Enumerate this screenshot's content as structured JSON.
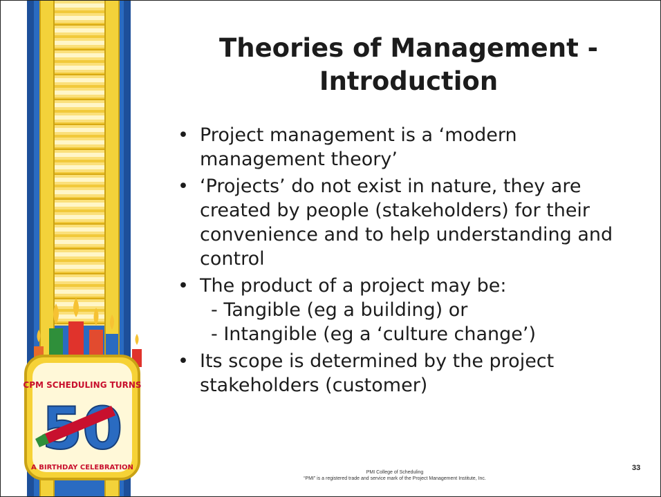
{
  "slide": {
    "title_line1": "Theories of Management -",
    "title_line2": "Introduction",
    "bullets": [
      {
        "text": "Project management is a ‘modern management theory’"
      },
      {
        "text": "‘Projects’ do not exist in nature, they are created by people (stakeholders) for their convenience and to help understanding and control"
      },
      {
        "text": "The product of a project may be:"
      },
      {
        "text": "Its scope is determined by the project stakeholders (customer)"
      }
    ],
    "subitems": [
      "- Tangible (eg a building) or",
      "- Intangible (eg a ‘culture change’)"
    ],
    "footer_line1": "PMI  College of  Scheduling",
    "footer_line2": "“PMI” is a registered trade and service mark of the Project Management Institute, Inc.",
    "page_number": "33"
  },
  "badge": {
    "top_text": "CPM SCHEDULING TURNS",
    "number": "50",
    "bottom_text": "A BIRTHDAY CELEBRATION"
  },
  "colors": {
    "ladder_blue": "#2a6bc1",
    "ladder_yellow": "#f3d23a",
    "badge_red": "#c8102e"
  }
}
